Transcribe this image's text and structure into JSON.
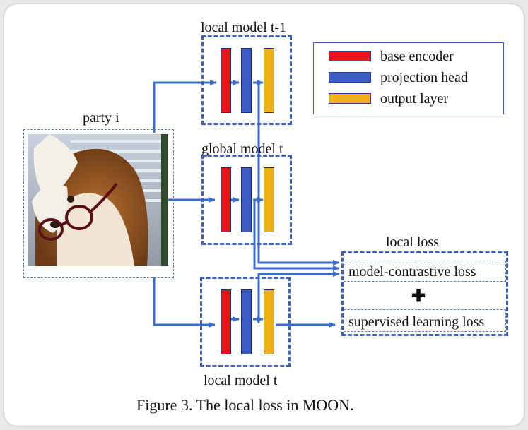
{
  "colors": {
    "base_encoder": "#e8141c",
    "projection_head": "#3b5cc4",
    "output_layer": "#f2ae17",
    "arrow": "#3a6ccf"
  },
  "labels": {
    "local_model_prev": "local model t-1",
    "global_model": "global model t",
    "local_model": "local model t",
    "party": "party i",
    "local_loss": "local loss",
    "contrastive_loss": "model-contrastive loss",
    "supervised_loss": "supervised learning loss",
    "plus": "✚"
  },
  "legend": {
    "items": [
      {
        "label": "base encoder",
        "color": "#e8141c"
      },
      {
        "label": "projection head",
        "color": "#3b5cc4"
      },
      {
        "label": "output layer",
        "color": "#f2ae17"
      }
    ]
  },
  "caption": "Figure 3. The local loss in MOON."
}
